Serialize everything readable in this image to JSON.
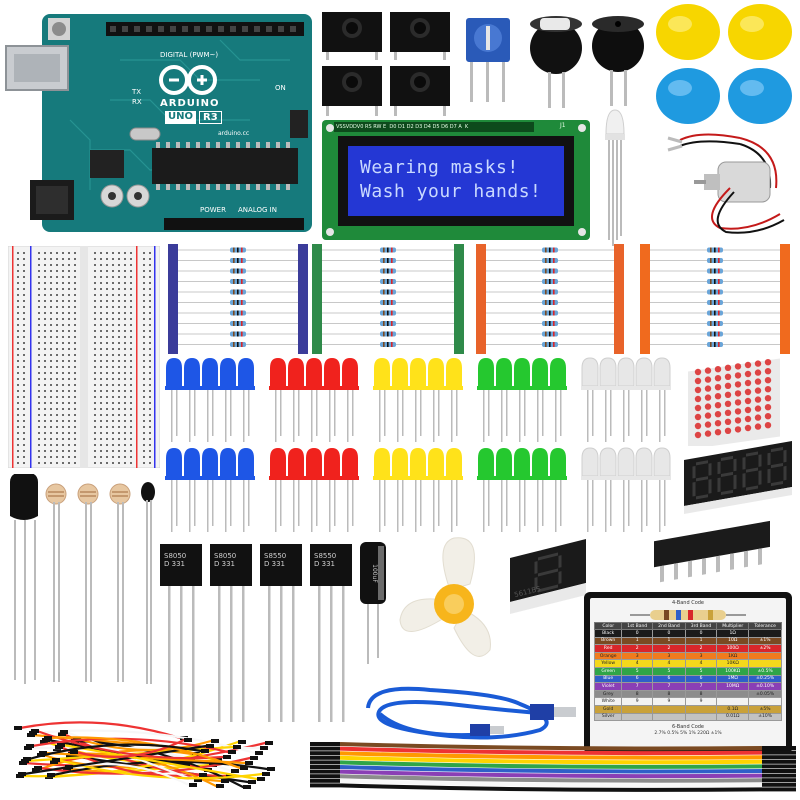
{
  "arduino": {
    "brand": "ARDUINO",
    "model": "UNO",
    "revision": "R3",
    "digital_label": "DIGITAL (PWM~)",
    "power_label": "POWER",
    "analog_label": "ANALOG IN",
    "on_label": "ON",
    "tx_label": "TX",
    "rx_label": "RX",
    "site_label": "arduino.cc"
  },
  "lcd": {
    "line1": "Wearing masks!",
    "line2": "Wash your hands!",
    "pin_label": "VSSVDDV0 RS RW E  D0 D1 D2 D3 D4 D5 D6 D7 A  K",
    "module_label": "J1"
  },
  "transistors": [
    {
      "line1": "S8050",
      "line2": "D 331"
    },
    {
      "line1": "S8050",
      "line2": "D 331"
    },
    {
      "line1": "S8550",
      "line2": "D 331"
    },
    {
      "line1": "S8550",
      "line2": "D 331"
    }
  ],
  "seven_segment": {
    "part": "5611BS"
  },
  "capacitor": {
    "label": "100uF"
  },
  "resistor_card": {
    "title": "4-Band Code",
    "headers": [
      "Color",
      "1st Band",
      "2nd Band",
      "3rd Band",
      "Multiplier",
      "Tolerance"
    ],
    "rows": [
      {
        "color": "Black",
        "hex": "#1b1b1b",
        "v1": "0",
        "v2": "0",
        "v3": "0",
        "mult": "1Ω",
        "tol": ""
      },
      {
        "color": "Brown",
        "hex": "#7a4a22",
        "v1": "1",
        "v2": "1",
        "v3": "1",
        "mult": "10Ω",
        "tol": "±1%"
      },
      {
        "color": "Red",
        "hex": "#d8262a",
        "v1": "2",
        "v2": "2",
        "v3": "2",
        "mult": "100Ω",
        "tol": "±2%"
      },
      {
        "color": "Orange",
        "hex": "#f07b1d",
        "v1": "3",
        "v2": "3",
        "v3": "3",
        "mult": "1KΩ",
        "tol": ""
      },
      {
        "color": "Yellow",
        "hex": "#f4d81c",
        "v1": "4",
        "v2": "4",
        "v3": "4",
        "mult": "10KΩ",
        "tol": ""
      },
      {
        "color": "Green",
        "hex": "#2fa548",
        "v1": "5",
        "v2": "5",
        "v3": "5",
        "mult": "100KΩ",
        "tol": "±0.5%"
      },
      {
        "color": "Blue",
        "hex": "#2f5fc8",
        "v1": "6",
        "v2": "6",
        "v3": "6",
        "mult": "1MΩ",
        "tol": "±0.25%"
      },
      {
        "color": "Violet",
        "hex": "#8a3fb5",
        "v1": "7",
        "v2": "7",
        "v3": "7",
        "mult": "10MΩ",
        "tol": "±0.10%"
      },
      {
        "color": "Grey",
        "hex": "#8c8c8c",
        "v1": "8",
        "v2": "8",
        "v3": "8",
        "mult": "",
        "tol": "±0.05%"
      },
      {
        "color": "White",
        "hex": "#f2f2f2",
        "v1": "9",
        "v2": "9",
        "v3": "9",
        "mult": "",
        "tol": ""
      },
      {
        "color": "Gold",
        "hex": "#c9a13a",
        "v1": "",
        "v2": "",
        "v3": "",
        "mult": "0.1Ω",
        "tol": "±5%"
      },
      {
        "color": "Silver",
        "hex": "#c2c2c2",
        "v1": "",
        "v2": "",
        "v3": "",
        "mult": "0.01Ω",
        "tol": "±10%"
      }
    ],
    "footer_title": "6-Band Code",
    "footer_values": "2.7% 0.5% 5% 1% 220Ω ±1%"
  },
  "colors": {
    "pcb": "#167a7c",
    "lcd_backlight": "#2437d4",
    "lcd_text": "#c9d9ff",
    "lcd_board": "#1f8a3a",
    "led_blue": "#1e56e6",
    "led_red": "#f0221d",
    "led_yellow": "#ffe21a",
    "led_green": "#25c82f",
    "led_white": "#e7e7e7",
    "button_cap_yellow": "#f7d600",
    "button_cap_blue": "#1f9ae0",
    "potentiometer": "#2a5ab8",
    "fan": "#f2efe7",
    "fan_hub": "#f7b51b",
    "usb_cable": "#1a5bd6",
    "breadboard": "#f3f3f3"
  },
  "led_row_colors": [
    "blue",
    "red",
    "yellow",
    "green",
    "white"
  ],
  "resistor_strip_colors": [
    "#3b3c9a",
    "#2f8a4a",
    "#e8632a",
    "#f06a1e"
  ]
}
